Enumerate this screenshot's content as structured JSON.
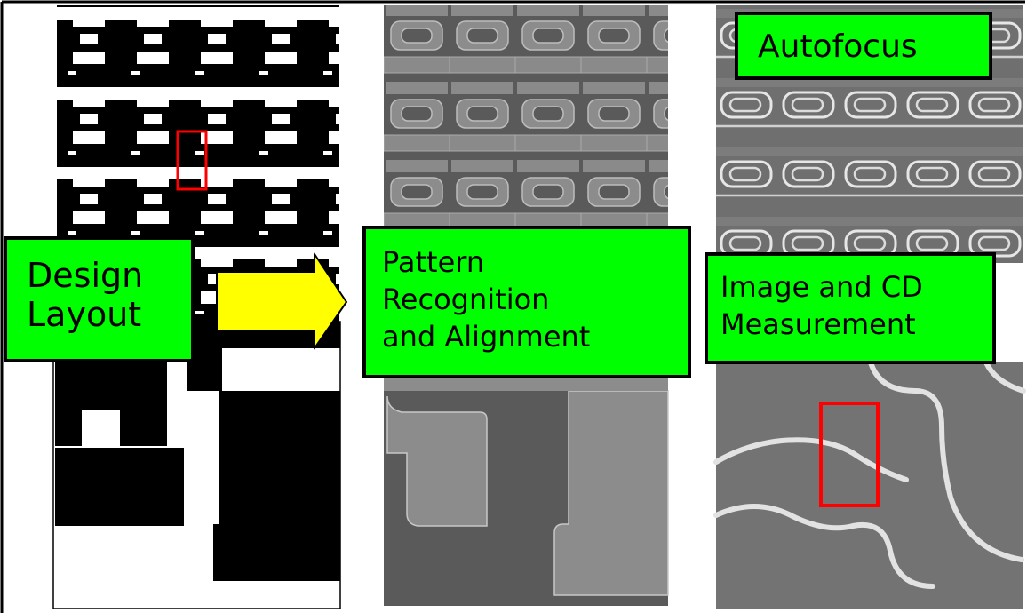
{
  "labels": {
    "design_layout": [
      "Design",
      "Layout"
    ],
    "pattern": [
      "Pattern",
      "Recognition",
      "and Alignment"
    ],
    "autofocus": "Autofocus",
    "image_cd": [
      "Image and CD",
      "Measurement"
    ]
  },
  "colors": {
    "label_bg": "#00ff00",
    "arrow": "#ffff00",
    "highlight_box": "#ff0000"
  },
  "panels": [
    "design-layout-panel",
    "pattern-recognition-panel",
    "sem-image-panel"
  ]
}
